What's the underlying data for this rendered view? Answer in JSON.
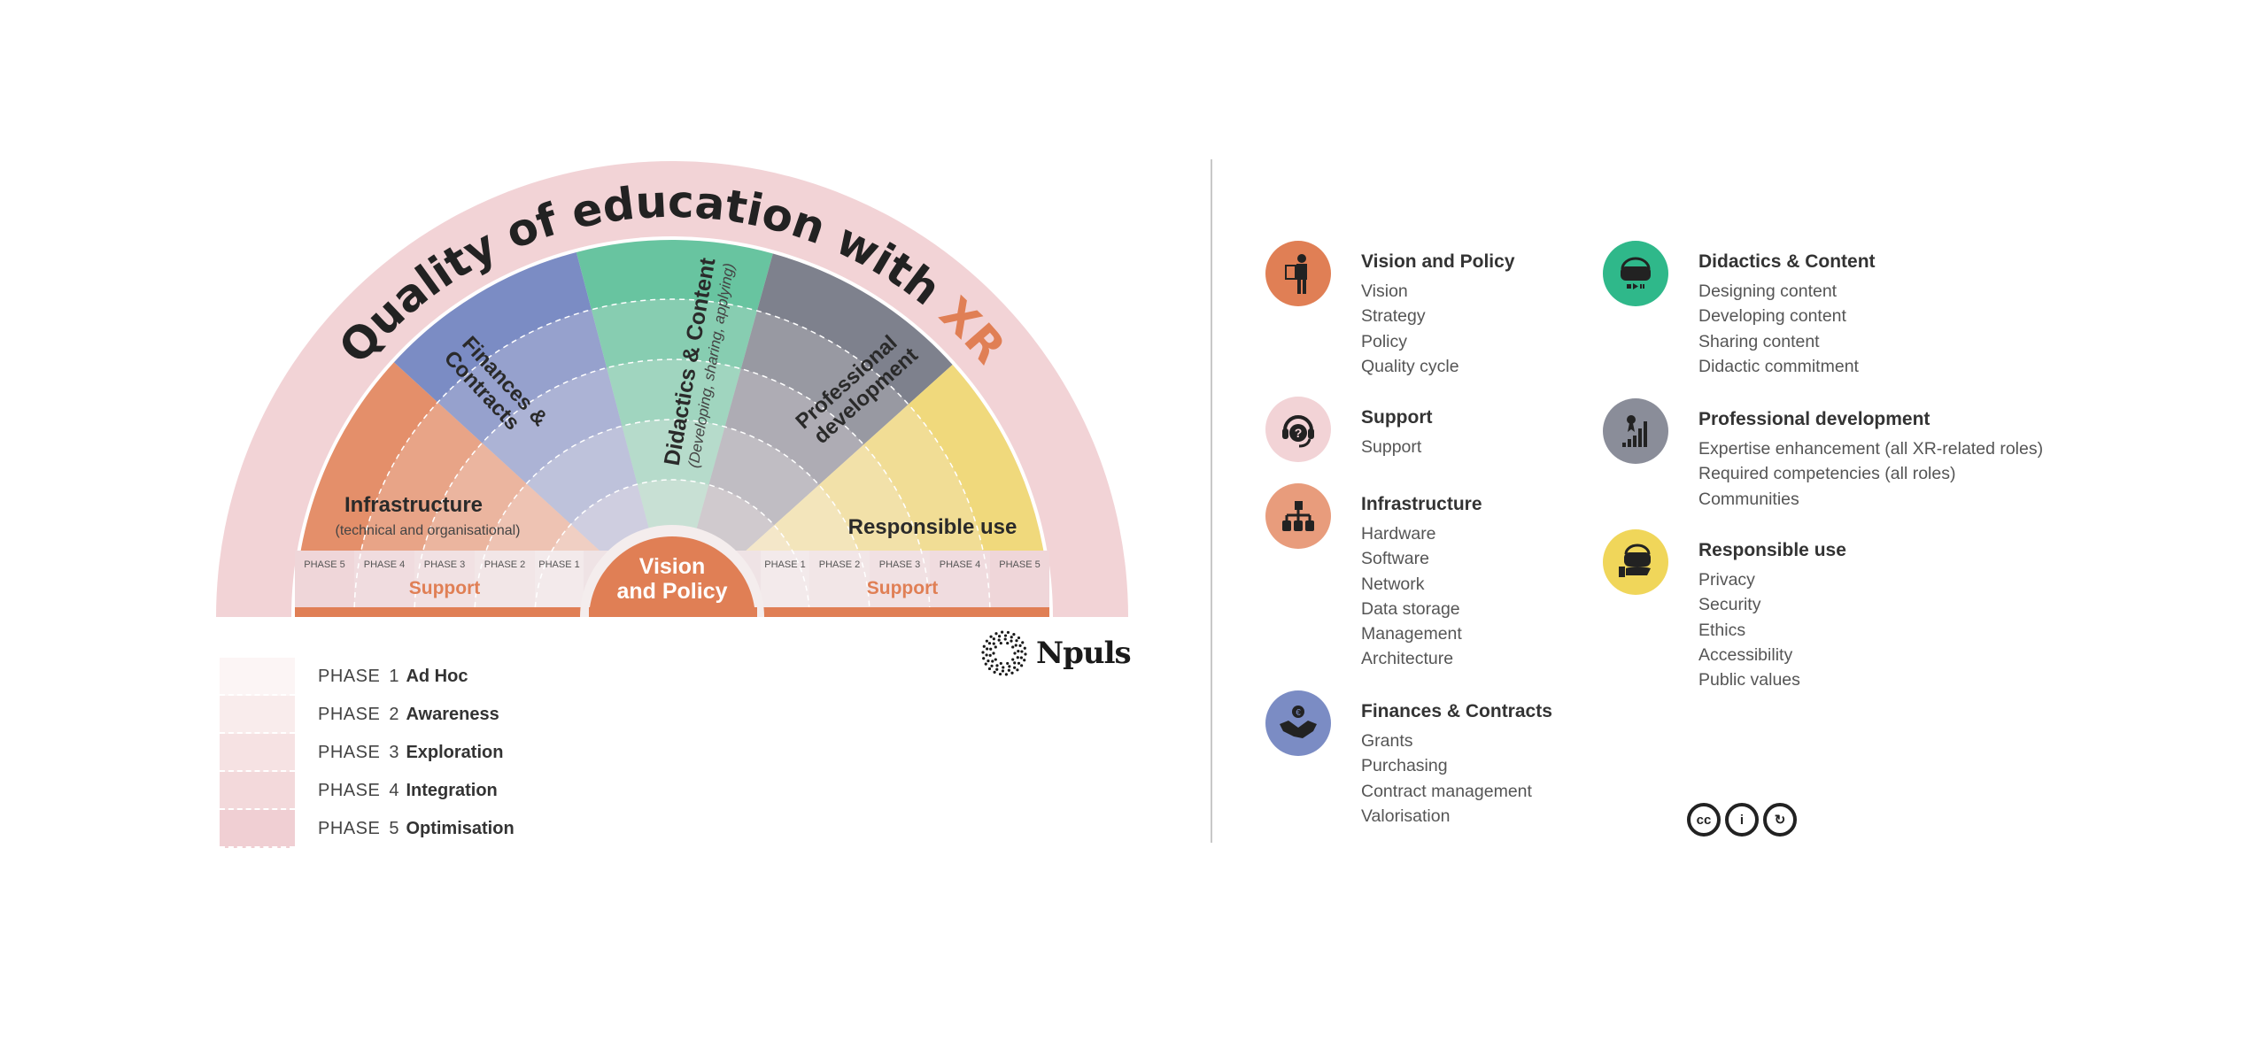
{
  "title": {
    "main": "Quality of education with ",
    "accent": "XR"
  },
  "colors": {
    "vision": "#e07f55",
    "support": "#f2d3d6",
    "infrastructure": "#e48f6a",
    "finances": "#7b8cc4",
    "didactics": "#68c4a0",
    "professional": "#7e818d",
    "responsible": "#f0d97c",
    "band": "#efe3e5"
  },
  "sectors": [
    {
      "key": "infrastructure",
      "label": "Infrastructure",
      "sub": "(technical and organisational)"
    },
    {
      "key": "finances",
      "label": "Finances & Contracts",
      "line1": "Finances &",
      "line2": "Contracts"
    },
    {
      "key": "didactics",
      "label": "Didactics & Content",
      "sub": "(Developing, sharing, applying)"
    },
    {
      "key": "professional",
      "label": "Professional development",
      "line1": "Professional",
      "line2": "development"
    },
    {
      "key": "responsible",
      "label": "Responsible use"
    }
  ],
  "band": {
    "left_phases": [
      "PHASE 5",
      "PHASE 4",
      "PHASE 3",
      "PHASE 2",
      "PHASE 1"
    ],
    "right_phases": [
      "PHASE 1",
      "PHASE 2",
      "PHASE 3",
      "PHASE 4",
      "PHASE 5"
    ],
    "support_left": "Support",
    "support_right": "Support",
    "center_line1": "Vision",
    "center_line2": "and Policy"
  },
  "legend": [
    {
      "phase": "PHASE",
      "num": "1",
      "name": "Ad Hoc",
      "color": "#fcf5f5"
    },
    {
      "phase": "PHASE",
      "num": "2",
      "name": "Awareness",
      "color": "#f9ecec"
    },
    {
      "phase": "PHASE",
      "num": "3",
      "name": "Exploration",
      "color": "#f6e2e3"
    },
    {
      "phase": "PHASE",
      "num": "4",
      "name": "Integration",
      "color": "#f3d9db"
    },
    {
      "phase": "PHASE",
      "num": "5",
      "name": "Optimisation",
      "color": "#f0cfd3"
    }
  ],
  "logo": {
    "text": "Npuls"
  },
  "categories": [
    {
      "title": "Vision and Policy",
      "icon": "person-clipboard-icon",
      "color": "#e07f55",
      "items": [
        "Vision",
        "Strategy",
        "Policy",
        "Quality cycle"
      ]
    },
    {
      "title": "Support",
      "icon": "headset-question-icon",
      "color": "#f2d3d6",
      "items": [
        "Support"
      ]
    },
    {
      "title": "Infrastructure",
      "icon": "network-hierarchy-icon",
      "color": "#e89c7c",
      "items": [
        "Hardware",
        "Software",
        "Network",
        "Data storage",
        "Management",
        "Architecture"
      ]
    },
    {
      "title": "Finances & Contracts",
      "icon": "handshake-euro-icon",
      "color": "#7b8cc4",
      "items": [
        "Grants",
        "Purchasing",
        "Contract management",
        "Valorisation"
      ]
    },
    {
      "title": "Didactics & Content",
      "icon": "vr-headset-play-icon",
      "color": "#2fb88a",
      "items": [
        "Designing content",
        "Developing content",
        "Sharing content",
        "Didactic commitment"
      ]
    },
    {
      "title": "Professional development",
      "icon": "award-bar-chart-icon",
      "color": "#8a8d99",
      "items": [
        "Expertise enhancement (all XR-related roles)",
        "Required competencies (all roles)",
        "Communities"
      ]
    },
    {
      "title": "Responsible use",
      "icon": "vr-headset-hand-icon",
      "color": "#f0d65a",
      "items": [
        "Privacy",
        "Security",
        "Ethics",
        "Accessibility",
        "Public values"
      ]
    }
  ],
  "license": {
    "cc": "cc",
    "by": "i",
    "sa": "↻"
  }
}
